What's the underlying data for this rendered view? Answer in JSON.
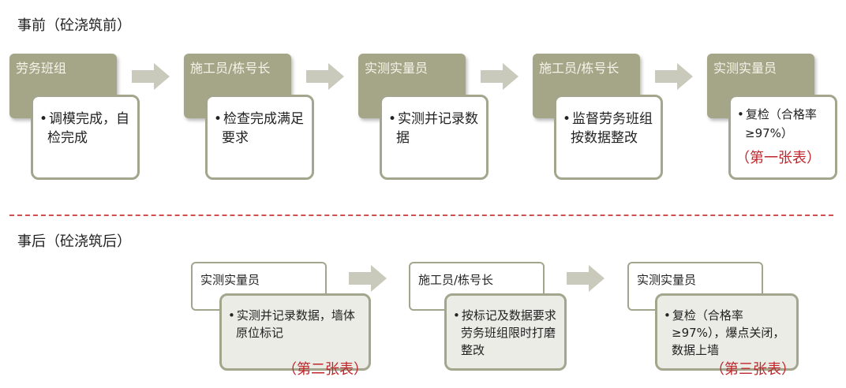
{
  "before": {
    "title": "事前（砼浇筑前）",
    "steps": [
      {
        "role": "劳务班组",
        "task": "调模完成，自检完成"
      },
      {
        "role": "施工员/栋号长",
        "task": "检查完成满足要求"
      },
      {
        "role": "实测实量员",
        "task": "实测并记录数据"
      },
      {
        "role": "施工员/栋号长",
        "task": "监督劳务班组按数据整改"
      },
      {
        "role": "实测实量员",
        "task": "复检（合格率≥97%）",
        "note": "（第一张表）"
      }
    ]
  },
  "after": {
    "title": "事后（砼浇筑后）",
    "steps": [
      {
        "role": "实测实量员",
        "task": "实测并记录数据，墙体原位标记",
        "note": "（第二张表）"
      },
      {
        "role": "施工员/栋号长",
        "task": "按标记及数据要求劳务班组限时打磨整改"
      },
      {
        "role": "实测实量员",
        "task": "复检（合格率≥97%），爆点关闭，数据上墙",
        "note": "（第三张表）"
      }
    ]
  },
  "colors": {
    "header": "#a5a588",
    "border": "#a3a68c",
    "note": "#c0262b",
    "divider": "#d05050"
  }
}
